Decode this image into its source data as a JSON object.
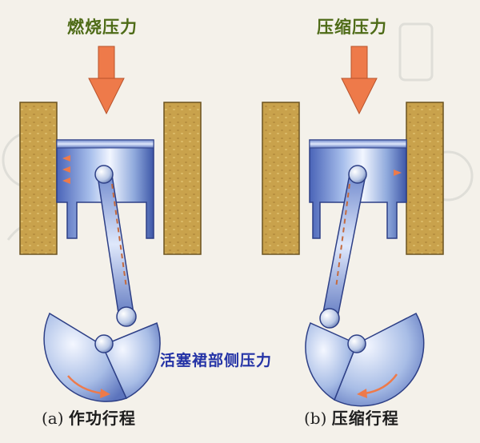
{
  "left": {
    "force_label": "燃烧压力",
    "caption_paren": "(a)",
    "caption_text": "作功行程"
  },
  "right": {
    "force_label": "压缩压力",
    "caption_paren": "(b)",
    "caption_text": "压缩行程"
  },
  "center_label": "活塞裙部侧压力",
  "colors": {
    "arrow": "#ee7a4a",
    "cylinder_wall": "#c7a24e",
    "piston_steel": "#8aa4d6",
    "force_text": "#4e6b17",
    "center_text": "#2433a6"
  }
}
